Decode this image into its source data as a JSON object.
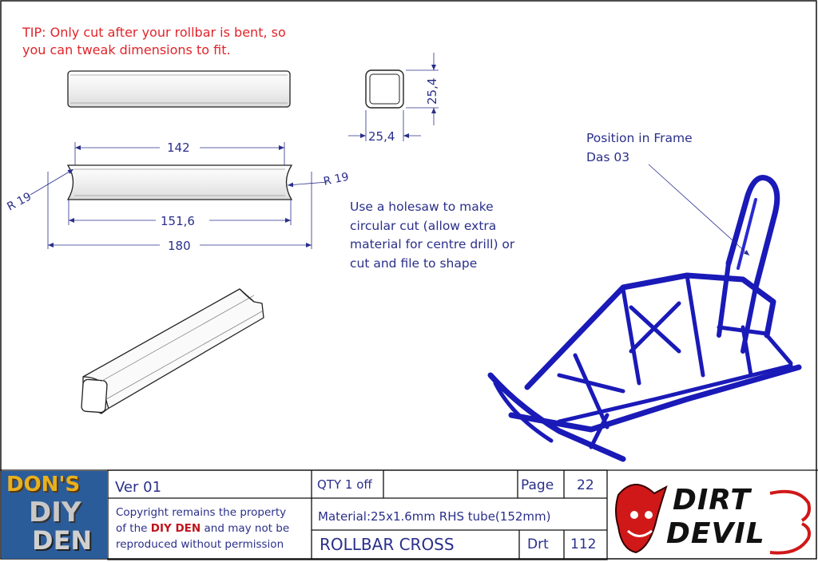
{
  "tip": {
    "line1": "TIP: Only cut after your rollbar is bent, so",
    "line2": "you can tweak dimensions to fit."
  },
  "dimensions": {
    "width_25_4": "25,4",
    "height_25_4": "25,4",
    "len_142": "142",
    "len_151_6": "151,6",
    "len_180": "180",
    "radius_left": "R 19",
    "radius_right": "R 19"
  },
  "notes": {
    "holesaw": [
      "Use a holesaw to make",
      "circular cut (allow extra",
      "material for centre drill) or",
      "cut and file to shape"
    ],
    "position": [
      "Position in Frame",
      "Das 03"
    ]
  },
  "title_block": {
    "version": "Ver   01",
    "qty": "QTY 1 off",
    "page_label": "Page",
    "page_number": "22",
    "copyright": [
      "Copyright remains the property",
      "of the",
      "DIY DEN",
      "and may not be",
      "reproduced without permission"
    ],
    "material": "Material:25x1.6mm RHS tube(152mm)",
    "part_name": "ROLLBAR CROSS",
    "drawing_label": "Drt",
    "drawing_number": "112"
  },
  "logos": {
    "left": [
      "DON'S",
      "DIY",
      "DEN"
    ],
    "right": [
      "DIRT",
      "DEVIL"
    ]
  },
  "colors": {
    "ink": "#2a2f8a",
    "tip": "#e0242a",
    "frame": "#1a1ab8"
  }
}
